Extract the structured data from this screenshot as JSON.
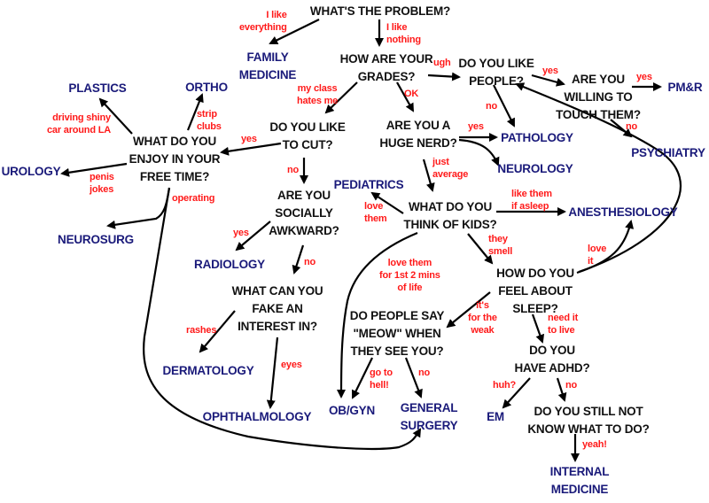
{
  "questions": {
    "problem": [
      "WHAT'S THE PROBLEM?"
    ],
    "grades": [
      "HOW ARE YOUR",
      "GRADES?"
    ],
    "like_people": [
      "DO YOU LIKE",
      "PEOPLE?"
    ],
    "touch": [
      "ARE YOU",
      "WILLING TO",
      "TOUCH THEM?"
    ],
    "cut": [
      "DO YOU LIKE",
      "TO CUT?"
    ],
    "nerd": [
      "ARE YOU A",
      "HUGE NERD?"
    ],
    "free_time": [
      "WHAT DO YOU",
      "ENJOY IN YOUR",
      "FREE TIME?"
    ],
    "awkward": [
      "ARE YOU",
      "SOCIALLY",
      "AWKWARD?"
    ],
    "kids": [
      "WHAT DO YOU",
      "THINK OF KIDS?"
    ],
    "fake": [
      "WHAT CAN YOU",
      "FAKE AN",
      "INTEREST IN?"
    ],
    "sleep": [
      "HOW DO YOU",
      "FEEL ABOUT",
      "SLEEP?"
    ],
    "meow": [
      "DO PEOPLE SAY",
      "\"MEOW\" WHEN",
      "THEY SEE YOU?"
    ],
    "adhd": [
      "DO YOU",
      "HAVE ADHD?"
    ],
    "still": [
      "DO YOU STILL NOT",
      "KNOW WHAT TO DO?"
    ]
  },
  "results": {
    "family": [
      "FAMILY",
      "MEDICINE"
    ],
    "pmr": [
      "PM&R"
    ],
    "psychiatry": [
      "PSYCHIATRY"
    ],
    "pathology": [
      "PATHOLOGY"
    ],
    "neurology": [
      "NEUROLOGY"
    ],
    "plastics": [
      "PLASTICS"
    ],
    "ortho": [
      "ORTHO"
    ],
    "urology": [
      "UROLOGY"
    ],
    "neurosurg": [
      "NEUROSURG"
    ],
    "pediatrics": [
      "PEDIATRICS"
    ],
    "anesthesiology": [
      "ANESTHESIOLOGY"
    ],
    "radiology": [
      "RADIOLOGY"
    ],
    "dermatology": [
      "DERMATOLOGY"
    ],
    "ophthalmology": [
      "OPHTHALMOLOGY"
    ],
    "obgyn": [
      "OB/GYN"
    ],
    "gensurg": [
      "GENERAL",
      "SURGERY"
    ],
    "em": [
      "EM"
    ],
    "internal": [
      "INTERNAL",
      "MEDICINE"
    ]
  },
  "edge_labels": {
    "like_everything": [
      "I like",
      "everything"
    ],
    "like_nothing": [
      "I like",
      "nothing"
    ],
    "ugh": [
      "ugh"
    ],
    "people_yes": [
      "yes"
    ],
    "touch_yes": [
      "yes"
    ],
    "people_no": [
      "no"
    ],
    "touch_no": [
      "no"
    ],
    "my_class": [
      "my class",
      "hates me"
    ],
    "ok": [
      "OK"
    ],
    "nerd_yes": [
      "yes"
    ],
    "just_average": [
      "just",
      "average"
    ],
    "driving": [
      "driving shiny",
      "car around LA"
    ],
    "strip": [
      "strip",
      "clubs"
    ],
    "cut_yes": [
      "yes"
    ],
    "penis": [
      "penis",
      "jokes"
    ],
    "operating": [
      "operating"
    ],
    "cut_no": [
      "no"
    ],
    "love_them": [
      "love",
      "them"
    ],
    "asleep": [
      "like them",
      "if asleep"
    ],
    "smell": [
      "they",
      "smell"
    ],
    "love_it": [
      "love",
      "it"
    ],
    "awk_yes": [
      "yes"
    ],
    "awk_no": [
      "no"
    ],
    "first_mins": [
      "love them",
      "for 1st 2 mins",
      "of life"
    ],
    "weak": [
      "it's",
      "for the",
      "weak"
    ],
    "need_live": [
      "need it",
      "to live"
    ],
    "rashes": [
      "rashes"
    ],
    "eyes": [
      "eyes"
    ],
    "hell": [
      "go to",
      "hell!"
    ],
    "meow_no": [
      "no"
    ],
    "huh": [
      "huh?"
    ],
    "adhd_no": [
      "no"
    ],
    "yeah": [
      "yeah!"
    ]
  },
  "colors": {
    "question": "#111111",
    "result": "#1a1a7a",
    "edge_label": "#ff1a1a",
    "arrow": "#000000"
  }
}
